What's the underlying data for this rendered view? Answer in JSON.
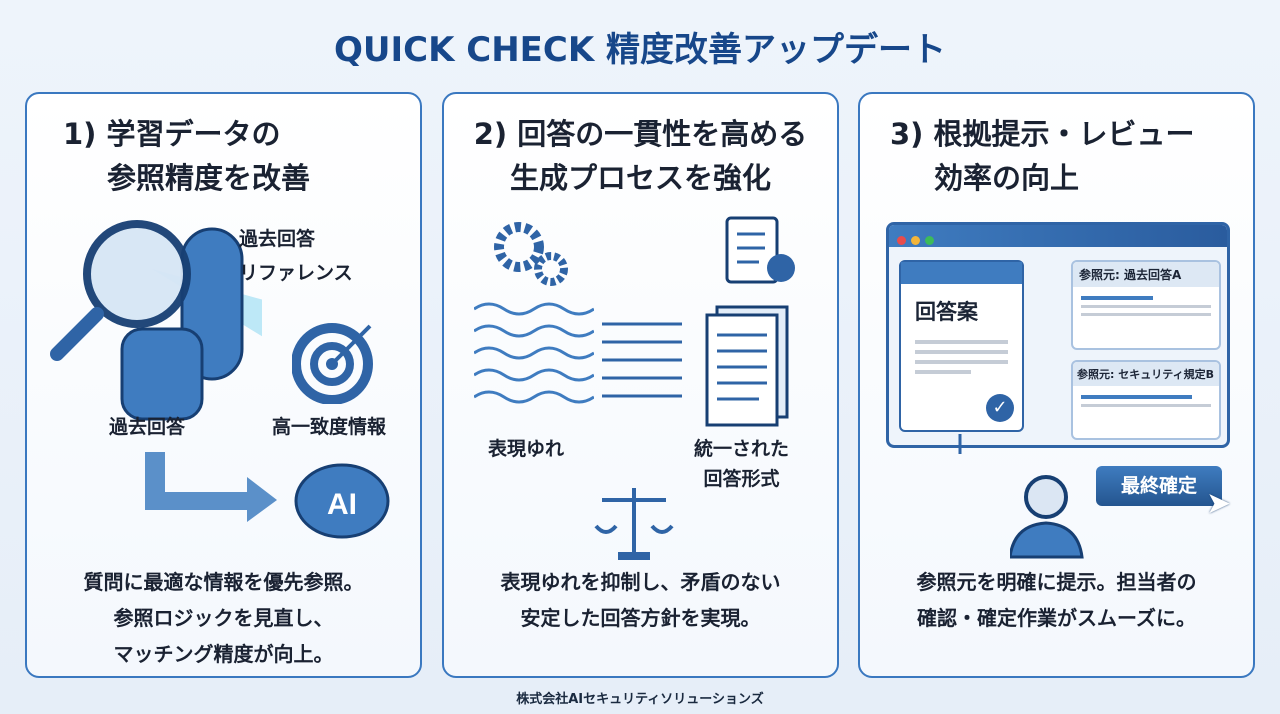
{
  "title": "QUICK CHECK 精度改善アップデート",
  "panels": [
    {
      "heading": [
        "1) 学習データの",
        "参照精度を改善"
      ],
      "labels": {
        "reference": [
          "過去回答",
          "リファレンス"
        ],
        "past": "過去回答",
        "high_match": "高一致度情報",
        "ai": "AI"
      },
      "body": [
        "質問に最適な情報を優先参照。",
        "参照ロジックを見直し、",
        "マッチング精度が向上。"
      ]
    },
    {
      "heading": [
        "2) 回答の一貫性を高める",
        "生成プロセスを強化"
      ],
      "labels": {
        "variation": "表現ゆれ",
        "unified": [
          "統一された",
          "回答形式"
        ]
      },
      "body": [
        "表現ゆれを抑制し、矛盾のない",
        "安定した回答方針を実現。"
      ]
    },
    {
      "heading": [
        "3) 根拠提示・レビュー",
        "効率の向上"
      ],
      "labels": {
        "draft": "回答案",
        "source_a": "参照元: 過去回答A",
        "source_b": "参照元: セキュリティ規定B",
        "confirm": "最終確定"
      },
      "body": [
        "参照元を明確に提示。担当者の",
        "確認・確定作業がスムーズに。"
      ]
    }
  ],
  "footer": "株式会社AIセキュリティソリューションズ",
  "colors": {
    "accent": "#3a78c0",
    "title": "#17478a",
    "dark": "#1a2232"
  }
}
